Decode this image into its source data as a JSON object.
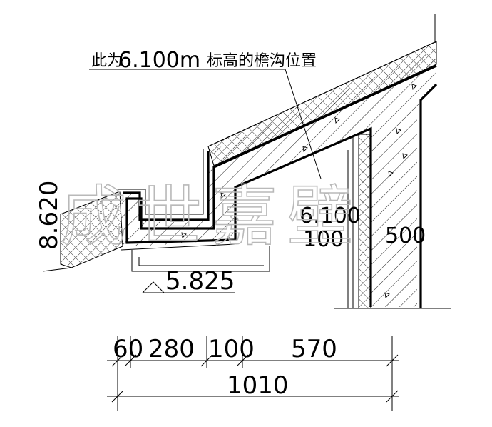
{
  "annotation": {
    "prefix": "此为",
    "value": "6.100m",
    "suffix": "标高的檐沟位置"
  },
  "elevation_gutter": "5.825",
  "left_elevation": "8.620",
  "inner_labels": {
    "a": "6.100",
    "b": "100",
    "c": "500"
  },
  "dimensions": {
    "segments": [
      "60",
      "280",
      "100",
      "570"
    ],
    "total": "1010"
  },
  "watermark": "成世嘉壁"
}
